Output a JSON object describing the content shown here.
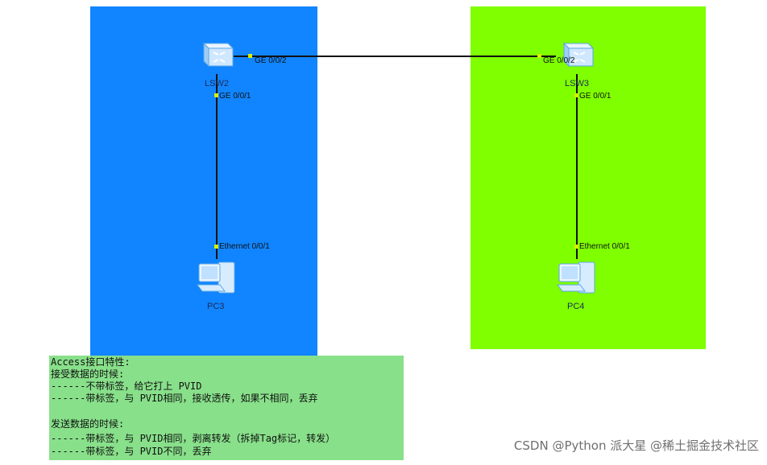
{
  "devices": {
    "lsw2": {
      "name": "LSW2",
      "type": "switch"
    },
    "lsw3": {
      "name": "LSW3",
      "type": "switch"
    },
    "pc3": {
      "name": "PC3",
      "type": "pc"
    },
    "pc4": {
      "name": "PC4",
      "type": "pc"
    }
  },
  "ports": {
    "lsw2_right": "GE 0/0/2",
    "lsw3_left": "GE 0/0/2",
    "lsw2_down": "GE 0/0/1",
    "lsw3_down": "GE 0/0/1",
    "pc3_up": "Ethernet 0/0/1",
    "pc4_up": "Ethernet 0/0/1"
  },
  "zones": {
    "left_color": "#1185ff",
    "right_color": "#7fff00"
  },
  "notes": {
    "background": "#88e08a",
    "lines": [
      "Access接口特性:",
      "接受数据的时候:",
      "------不带标签，给它打上 PVID",
      "------带标签，与 PVID相同，接收透传，如果不相同，丢弃",
      "",
      "发送数据的时候:",
      "------带标签，与 PVID相同，剥离转发（拆掉Tag标记，转发）",
      "------带标签，与 PVID不同，丢弃"
    ]
  },
  "watermark": "CSDN @Python 派大星 @稀土掘金技术社区"
}
